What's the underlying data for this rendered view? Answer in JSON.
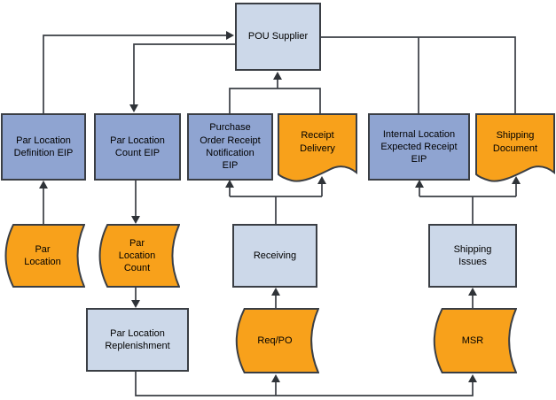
{
  "diagram": {
    "description": "POU Supplier par location and receiving integration flowchart",
    "colors": {
      "background": "#ffffff",
      "process_box_fill": "#ccd8e9",
      "eip_box_fill": "#8fa4d1",
      "data_shape_fill": "#f8a11b",
      "border_and_lines": "#3a3e44",
      "text": "#000000"
    },
    "nodes": {
      "pou_supplier": {
        "label": "POU Supplier",
        "shape": "rectangle-light"
      },
      "par_location_definition_eip": {
        "label": "Par Location\nDefinition EIP",
        "shape": "rectangle-eip"
      },
      "par_location_count_eip": {
        "label": "Par Location\nCount EIP",
        "shape": "rectangle-eip"
      },
      "purchase_order_receipt_notification_eip": {
        "label": "Purchase\nOrder Receipt\nNotification\nEIP",
        "shape": "rectangle-eip"
      },
      "receipt_delivery": {
        "label": "Receipt\nDelivery",
        "shape": "document"
      },
      "internal_location_expected_receipt_eip": {
        "label": "Internal Location\nExpected Receipt\nEIP",
        "shape": "rectangle-eip"
      },
      "shipping_document": {
        "label": "Shipping\nDocument",
        "shape": "document"
      },
      "par_location": {
        "label": "Par\nLocation",
        "shape": "stored-data"
      },
      "par_location_count": {
        "label": "Par\nLocation\nCount",
        "shape": "stored-data"
      },
      "receiving": {
        "label": "Receiving",
        "shape": "rectangle-light"
      },
      "shipping_issues": {
        "label": "Shipping\nIssues",
        "shape": "rectangle-light"
      },
      "par_location_replenishment": {
        "label": "Par Location\nReplenishment",
        "shape": "rectangle-light"
      },
      "req_po": {
        "label": "Req/PO",
        "shape": "stored-data"
      },
      "msr": {
        "label": "MSR",
        "shape": "stored-data"
      }
    },
    "edges": [
      {
        "from": "par_location_definition_eip",
        "to": "pou_supplier",
        "arrow": true
      },
      {
        "from": "pou_supplier",
        "to": "par_location_count_eip",
        "arrow": true
      },
      {
        "from": "purchase_order_receipt_notification_eip",
        "to": "pou_supplier",
        "arrow": true
      },
      {
        "from": "receipt_delivery",
        "to": "pou_supplier",
        "arrow": true
      },
      {
        "from": "pou_supplier",
        "to": "internal_location_expected_receipt_eip",
        "arrow": false
      },
      {
        "from": "pou_supplier",
        "to": "shipping_document",
        "arrow": false
      },
      {
        "from": "par_location",
        "to": "par_location_definition_eip",
        "arrow": true
      },
      {
        "from": "par_location_count_eip",
        "to": "par_location_count",
        "arrow": true
      },
      {
        "from": "par_location_count",
        "to": "par_location_replenishment",
        "arrow": true
      },
      {
        "from": "par_location_replenishment",
        "to": "req_po",
        "arrow": true
      },
      {
        "from": "par_location_replenishment",
        "to": "msr",
        "arrow": true
      },
      {
        "from": "req_po",
        "to": "receiving",
        "arrow": true
      },
      {
        "from": "receiving",
        "to": "purchase_order_receipt_notification_eip",
        "arrow": true
      },
      {
        "from": "receiving",
        "to": "receipt_delivery",
        "arrow": true
      },
      {
        "from": "msr",
        "to": "shipping_issues",
        "arrow": true
      },
      {
        "from": "shipping_issues",
        "to": "internal_location_expected_receipt_eip",
        "arrow": true
      },
      {
        "from": "shipping_issues",
        "to": "shipping_document",
        "arrow": true
      }
    ]
  }
}
